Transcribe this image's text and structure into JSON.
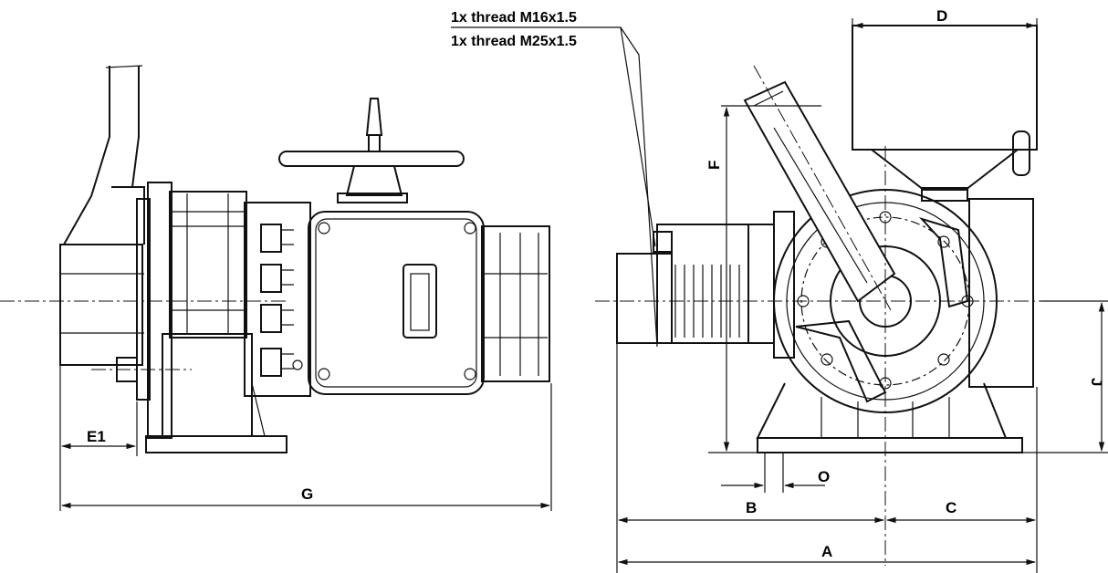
{
  "annotations": {
    "thread_1": "1x thread M16x1.5",
    "thread_2": "1x thread M25x1.5"
  },
  "dimensions": {
    "A": "A",
    "B": "B",
    "C": "C",
    "D": "D",
    "E1": "E1",
    "F": "F",
    "G": "G",
    "J": "J",
    "O": "O"
  }
}
